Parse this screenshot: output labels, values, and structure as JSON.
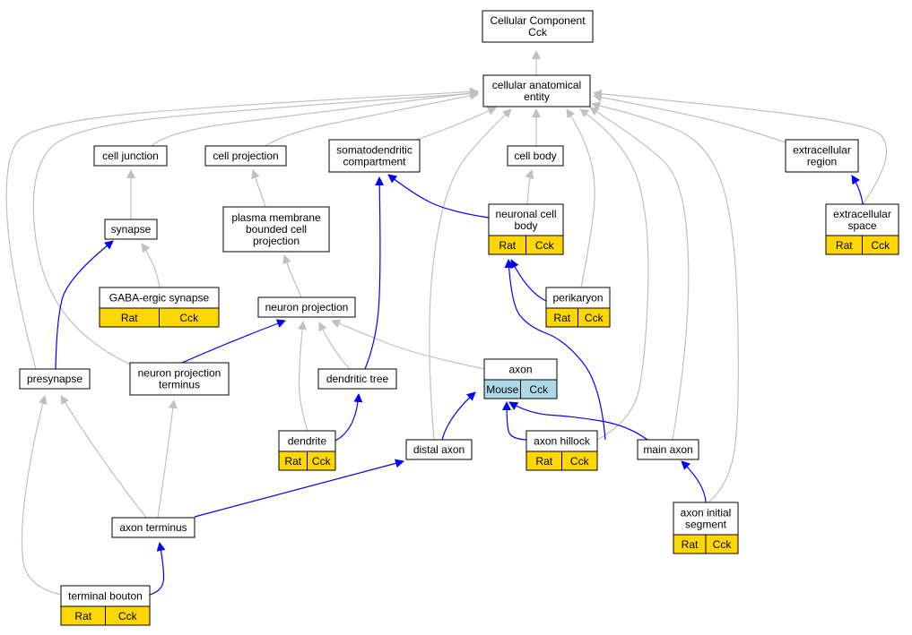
{
  "colors": {
    "is_a_edge": "#c0c0c0",
    "part_of_edge": "#0000ff",
    "rat_tag": "#ffd700",
    "mouse_tag": "#add8e6",
    "node_border": "#000000",
    "node_fill": "#ffffff"
  },
  "nodes": [
    {
      "id": "cellular_component",
      "lines": [
        "Cellular Component",
        "Cck"
      ],
      "tags": []
    },
    {
      "id": "cellular_anatomical_entity",
      "lines": [
        "cellular anatomical",
        "entity"
      ],
      "tags": []
    },
    {
      "id": "cell_junction",
      "lines": [
        "cell junction"
      ],
      "tags": []
    },
    {
      "id": "cell_projection",
      "lines": [
        "cell projection"
      ],
      "tags": []
    },
    {
      "id": "somatodendritic_compartment",
      "lines": [
        "somatodendritic",
        "compartment"
      ],
      "tags": []
    },
    {
      "id": "cell_body",
      "lines": [
        "cell body"
      ],
      "tags": []
    },
    {
      "id": "extracellular_region",
      "lines": [
        "extracellular",
        "region"
      ],
      "tags": []
    },
    {
      "id": "synapse",
      "lines": [
        "synapse"
      ],
      "tags": []
    },
    {
      "id": "plasma_membrane_bounded_cell_projection",
      "lines": [
        "plasma membrane",
        "bounded cell",
        "projection"
      ],
      "tags": []
    },
    {
      "id": "neuronal_cell_body",
      "lines": [
        "neuronal cell",
        "body"
      ],
      "tags": [
        {
          "label": "Rat",
          "kind": "rat"
        },
        {
          "label": "Cck",
          "kind": "rat"
        }
      ]
    },
    {
      "id": "extracellular_space",
      "lines": [
        "extracellular",
        "space"
      ],
      "tags": [
        {
          "label": "Rat",
          "kind": "rat"
        },
        {
          "label": "Cck",
          "kind": "rat"
        }
      ]
    },
    {
      "id": "gaba_ergic_synapse",
      "lines": [
        "GABA-ergic synapse"
      ],
      "tags": [
        {
          "label": "Rat",
          "kind": "rat"
        },
        {
          "label": "Cck",
          "kind": "rat"
        }
      ]
    },
    {
      "id": "neuron_projection",
      "lines": [
        "neuron projection"
      ],
      "tags": []
    },
    {
      "id": "perikaryon",
      "lines": [
        "perikaryon"
      ],
      "tags": [
        {
          "label": "Rat",
          "kind": "rat"
        },
        {
          "label": "Cck",
          "kind": "rat"
        }
      ]
    },
    {
      "id": "presynapse",
      "lines": [
        "presynapse"
      ],
      "tags": []
    },
    {
      "id": "neuron_projection_terminus",
      "lines": [
        "neuron projection",
        "terminus"
      ],
      "tags": []
    },
    {
      "id": "dendritic_tree",
      "lines": [
        "dendritic tree"
      ],
      "tags": []
    },
    {
      "id": "axon",
      "lines": [
        "axon"
      ],
      "tags": [
        {
          "label": "Mouse",
          "kind": "mouse"
        },
        {
          "label": "Cck",
          "kind": "mouse"
        }
      ]
    },
    {
      "id": "dendrite",
      "lines": [
        "dendrite"
      ],
      "tags": [
        {
          "label": "Rat",
          "kind": "rat"
        },
        {
          "label": "Cck",
          "kind": "rat"
        }
      ]
    },
    {
      "id": "distal_axon",
      "lines": [
        "distal axon"
      ],
      "tags": []
    },
    {
      "id": "axon_hillock",
      "lines": [
        "axon hillock"
      ],
      "tags": [
        {
          "label": "Rat",
          "kind": "rat"
        },
        {
          "label": "Cck",
          "kind": "rat"
        }
      ]
    },
    {
      "id": "main_axon",
      "lines": [
        "main axon"
      ],
      "tags": []
    },
    {
      "id": "axon_terminus",
      "lines": [
        "axon terminus"
      ],
      "tags": []
    },
    {
      "id": "axon_initial_segment",
      "lines": [
        "axon initial",
        "segment"
      ],
      "tags": [
        {
          "label": "Rat",
          "kind": "rat"
        },
        {
          "label": "Cck",
          "kind": "rat"
        }
      ]
    },
    {
      "id": "terminal_bouton",
      "lines": [
        "terminal bouton"
      ],
      "tags": [
        {
          "label": "Rat",
          "kind": "rat"
        },
        {
          "label": "Cck",
          "kind": "rat"
        }
      ]
    }
  ],
  "edges": [
    {
      "from": "cellular_anatomical_entity",
      "to": "cellular_component",
      "type": "is_a"
    },
    {
      "from": "cell_junction",
      "to": "cellular_anatomical_entity",
      "type": "is_a"
    },
    {
      "from": "cell_projection",
      "to": "cellular_anatomical_entity",
      "type": "is_a"
    },
    {
      "from": "somatodendritic_compartment",
      "to": "cellular_anatomical_entity",
      "type": "is_a"
    },
    {
      "from": "cell_body",
      "to": "cellular_anatomical_entity",
      "type": "is_a"
    },
    {
      "from": "extracellular_region",
      "to": "cellular_anatomical_entity",
      "type": "is_a"
    },
    {
      "from": "extracellular_space",
      "to": "cellular_anatomical_entity",
      "type": "is_a"
    },
    {
      "from": "presynapse",
      "to": "cellular_anatomical_entity",
      "type": "is_a"
    },
    {
      "from": "neuron_projection_terminus",
      "to": "cellular_anatomical_entity",
      "type": "is_a"
    },
    {
      "from": "distal_axon",
      "to": "cellular_anatomical_entity",
      "type": "is_a"
    },
    {
      "from": "perikaryon",
      "to": "cellular_anatomical_entity",
      "type": "is_a"
    },
    {
      "from": "axon_hillock",
      "to": "cellular_anatomical_entity",
      "type": "is_a"
    },
    {
      "from": "main_axon",
      "to": "cellular_anatomical_entity",
      "type": "is_a"
    },
    {
      "from": "axon_initial_segment",
      "to": "cellular_anatomical_entity",
      "type": "is_a"
    },
    {
      "from": "synapse",
      "to": "cell_junction",
      "type": "is_a"
    },
    {
      "from": "plasma_membrane_bounded_cell_projection",
      "to": "cell_projection",
      "type": "is_a"
    },
    {
      "from": "neuronal_cell_body",
      "to": "cell_body",
      "type": "is_a"
    },
    {
      "from": "gaba_ergic_synapse",
      "to": "synapse",
      "type": "is_a"
    },
    {
      "from": "neuron_projection",
      "to": "plasma_membrane_bounded_cell_projection",
      "type": "is_a"
    },
    {
      "from": "dendritic_tree",
      "to": "neuron_projection",
      "type": "is_a"
    },
    {
      "from": "axon",
      "to": "neuron_projection",
      "type": "is_a"
    },
    {
      "from": "dendrite",
      "to": "neuron_projection",
      "type": "is_a"
    },
    {
      "from": "axon_terminus",
      "to": "presynapse",
      "type": "is_a"
    },
    {
      "from": "axon_terminus",
      "to": "neuron_projection_terminus",
      "type": "is_a"
    },
    {
      "from": "terminal_bouton",
      "to": "presynapse",
      "type": "is_a"
    },
    {
      "from": "neuronal_cell_body",
      "to": "somatodendritic_compartment",
      "type": "part_of"
    },
    {
      "from": "dendritic_tree",
      "to": "somatodendritic_compartment",
      "type": "part_of"
    },
    {
      "from": "extracellular_space",
      "to": "extracellular_region",
      "type": "part_of"
    },
    {
      "from": "presynapse",
      "to": "synapse",
      "type": "part_of"
    },
    {
      "from": "perikaryon",
      "to": "neuronal_cell_body",
      "type": "part_of"
    },
    {
      "from": "axon_hillock",
      "to": "neuronal_cell_body",
      "type": "part_of"
    },
    {
      "from": "neuron_projection_terminus",
      "to": "neuron_projection",
      "type": "part_of"
    },
    {
      "from": "dendrite",
      "to": "dendritic_tree",
      "type": "part_of"
    },
    {
      "from": "distal_axon",
      "to": "axon",
      "type": "part_of"
    },
    {
      "from": "axon_hillock",
      "to": "axon",
      "type": "part_of"
    },
    {
      "from": "main_axon",
      "to": "axon",
      "type": "part_of"
    },
    {
      "from": "axon_terminus",
      "to": "distal_axon",
      "type": "part_of"
    },
    {
      "from": "axon_initial_segment",
      "to": "main_axon",
      "type": "part_of"
    },
    {
      "from": "terminal_bouton",
      "to": "axon_terminus",
      "type": "part_of"
    }
  ]
}
